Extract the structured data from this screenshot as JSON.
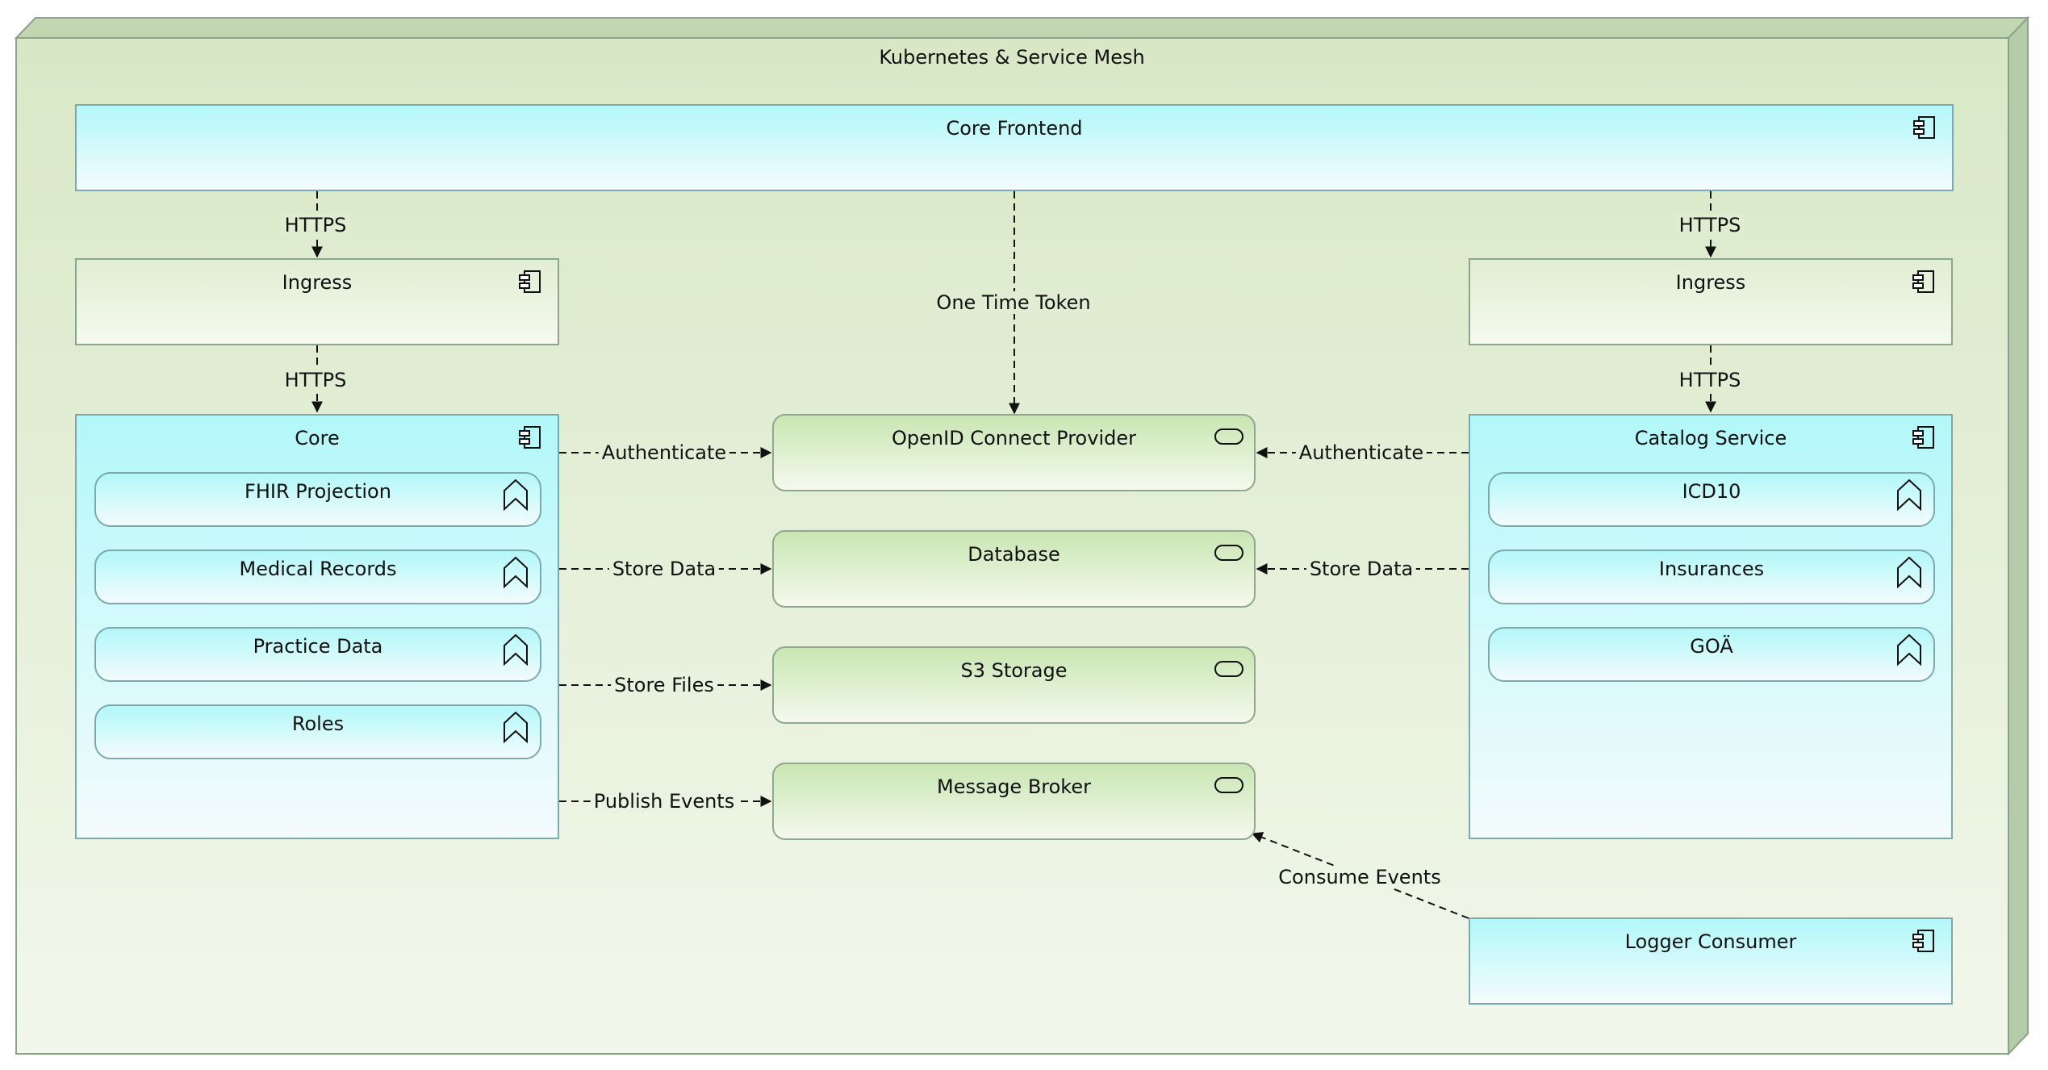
{
  "diagram": {
    "container": {
      "title": "Kubernetes & Service Mesh"
    },
    "nodes": {
      "core_frontend": {
        "title": "Core Frontend",
        "icon": "component-icon"
      },
      "ingress_left": {
        "title": "Ingress",
        "icon": "component-icon"
      },
      "ingress_right": {
        "title": "Ingress",
        "icon": "component-icon"
      },
      "core": {
        "title": "Core",
        "icon": "component-icon",
        "functions": [
          "FHIR Projection",
          "Medical Records",
          "Practice Data",
          "Roles"
        ]
      },
      "catalog": {
        "title": "Catalog Service",
        "icon": "component-icon",
        "functions": [
          "ICD10",
          "Insurances",
          "GOÄ"
        ]
      },
      "openid": {
        "title": "OpenID Connect Provider",
        "icon": "service-icon"
      },
      "database": {
        "title": "Database",
        "icon": "service-icon"
      },
      "s3": {
        "title": "S3 Storage",
        "icon": "service-icon"
      },
      "broker": {
        "title": "Message Broker",
        "icon": "service-icon"
      },
      "logger": {
        "title": "Logger Consumer",
        "icon": "component-icon"
      }
    },
    "edges": {
      "frontend_ingress_left": "HTTPS",
      "frontend_ingress_right": "HTTPS",
      "ingress_left_core": "HTTPS",
      "ingress_right_catalog": "HTTPS",
      "frontend_openid": "One Time Token",
      "core_openid": "Authenticate",
      "catalog_openid": "Authenticate",
      "core_database": "Store Data",
      "catalog_database": "Store Data",
      "core_s3": "Store Files",
      "core_broker": "Publish Events",
      "logger_broker": "Consume Events"
    }
  },
  "colors": {
    "container_fill": "#e3efd6",
    "component_fill": "#b2f8fa",
    "service_fill": "#c9e6b2",
    "edge_stroke": "#111111"
  }
}
